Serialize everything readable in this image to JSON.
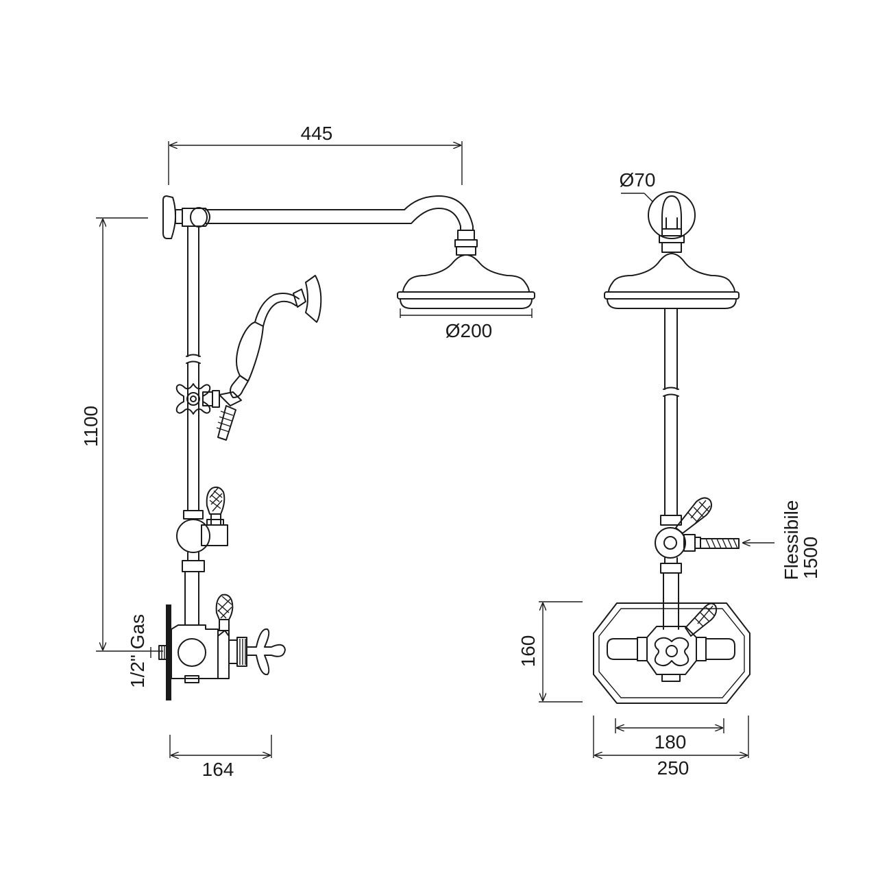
{
  "dimensions": {
    "arm_reach": "445",
    "wall_flange_diameter": "Ø70",
    "head_diameter": "Ø200",
    "riser_height": "1100",
    "inlet_thread": "1/2\" Gas",
    "hose_label": "Flessibile",
    "hose_length": "1500",
    "plate_height": "160",
    "inlet_centers": "180",
    "plate_width": "250",
    "depth": "164"
  },
  "colors": {
    "line": "#1a1a1a",
    "background": "#ffffff"
  }
}
